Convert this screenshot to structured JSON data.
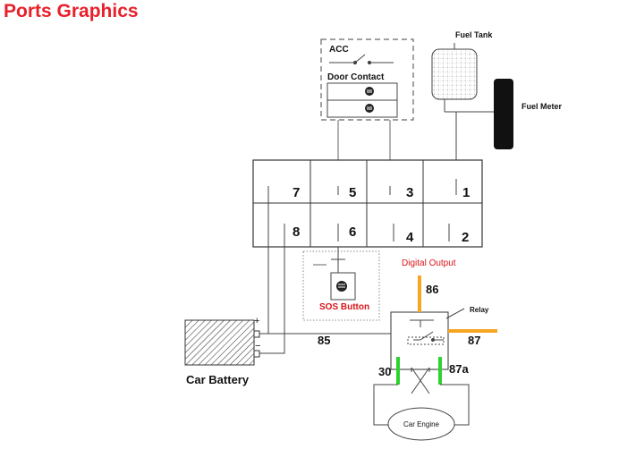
{
  "title": "Ports Graphics",
  "labels": {
    "acc": "ACC",
    "door_contact": "Door Contact",
    "fuel_tank": "Fuel Tank",
    "fuel_meter": "Fuel Meter",
    "sos_button": "SOS Button",
    "digital_output": "Digital Output",
    "relay": "Relay",
    "car_battery": "Car Battery",
    "car_engine": "Car Engine"
  },
  "ports": {
    "top_row": [
      "7",
      "5",
      "3",
      "1"
    ],
    "bottom_row": [
      "8",
      "6",
      "4",
      "2"
    ]
  },
  "relay_pins": {
    "p86": "86",
    "p87": "87",
    "p85": "85",
    "p30": "30",
    "p87a": "87a"
  },
  "colors": {
    "title": "#e8202a",
    "red_label": "#d9141a",
    "pin_orange": "#f5a623",
    "pin_green": "#2fd12f",
    "line": "#555555"
  }
}
